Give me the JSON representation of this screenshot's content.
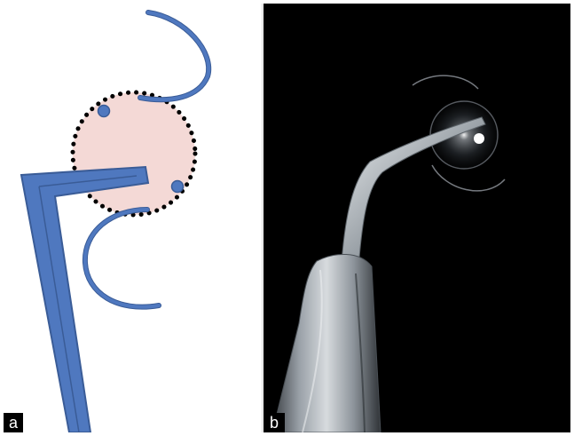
{
  "figure": {
    "panels": [
      {
        "label": "a",
        "content": "schematic-drawing"
      },
      {
        "label": "b",
        "content": "photograph"
      }
    ]
  },
  "colors": {
    "haptic_blue": "#4f78bf",
    "haptic_outline": "#3a5c97",
    "optic_fill": "#f4d9d6",
    "dots": "#000000",
    "label_bg": "#000000",
    "label_text": "#ffffff",
    "photo_bg": "#000000"
  },
  "icons": {
    "forceps": "forceps-icon",
    "optic": "lens-optic-icon"
  }
}
